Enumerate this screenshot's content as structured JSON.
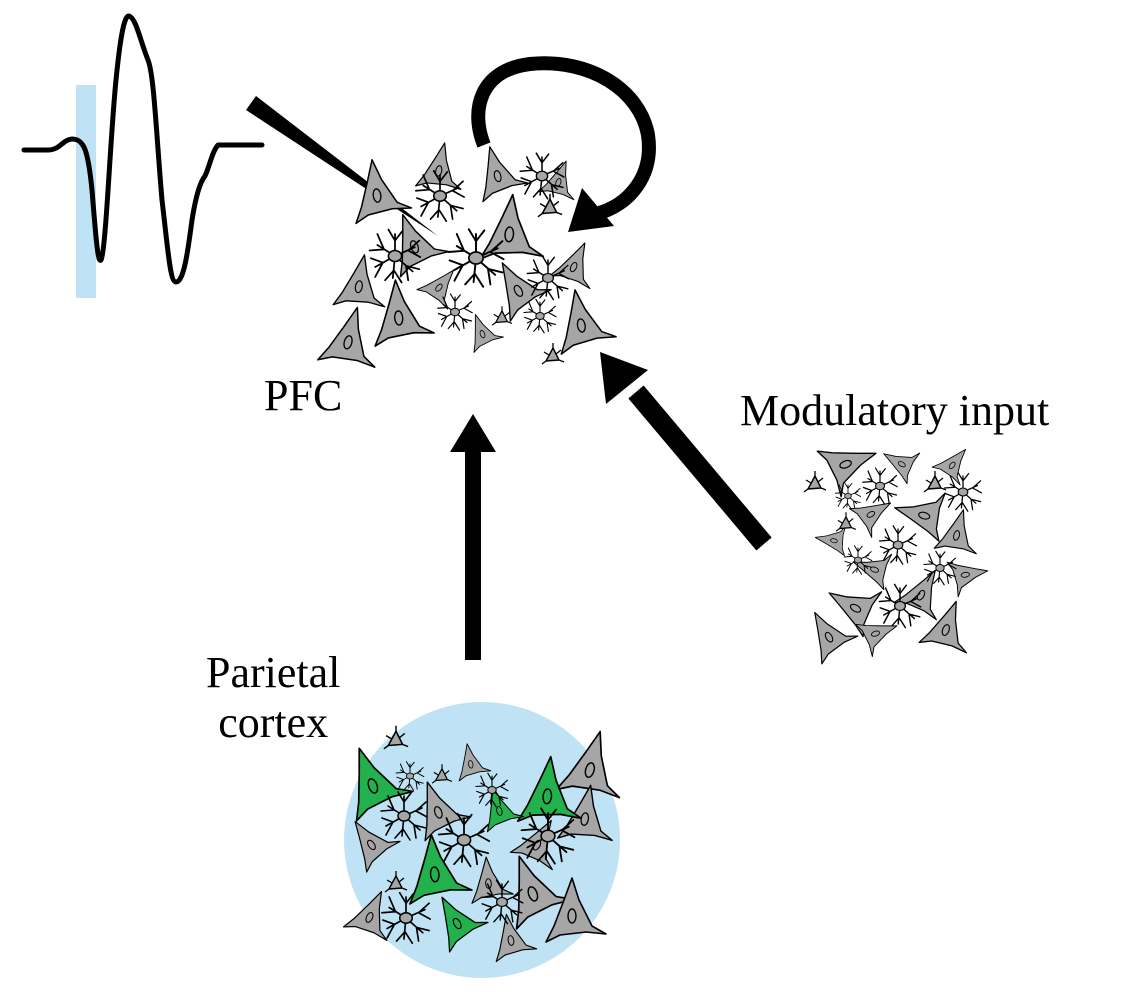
{
  "labels": {
    "pfc": "PFC",
    "modulatory": "Modulatory input",
    "parietal_line1": "Parietal",
    "parietal_line2": "cortex"
  },
  "colors": {
    "cell_gray": "#a6a6a6",
    "cell_green": "#22b14c",
    "highlight_blue": "#bfe3f5",
    "ink": "#000000"
  },
  "icons": {
    "pyramidal": "pyramidal-neuron-icon",
    "interneuron": "stellate-interneuron-icon",
    "recording": "recording-electrode-icon",
    "waveform": "spike-waveform-icon"
  }
}
